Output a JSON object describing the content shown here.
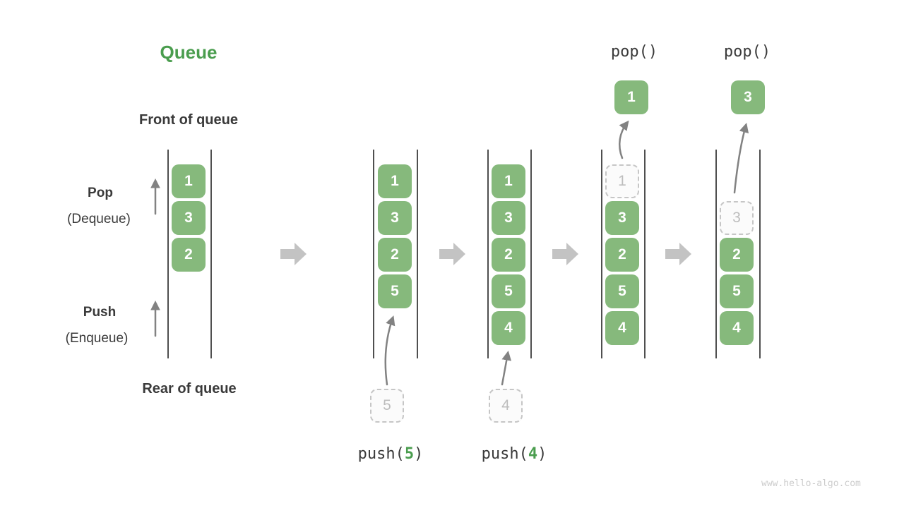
{
  "title": "Queue",
  "labels": {
    "front": "Front of queue",
    "rear": "Rear of queue",
    "pop": "Pop",
    "pop_sub": "(Dequeue)",
    "push": "Push",
    "push_sub": "(Enqueue)"
  },
  "watermark": "www.hello-algo.com",
  "colors": {
    "title_green": "#4a9d4e",
    "op_arg_green": "#4a9d4e",
    "box_green": "#86b97c",
    "box_text": "#ffffff",
    "dashed_border": "#c6c6c6",
    "dashed_text": "#bdbdbd",
    "dashed_bg": "#fbfbfb",
    "text_dark": "#3a3a3a",
    "container_line": "#4f4f4f",
    "block_arrow": "#c3c3c3",
    "thin_arrow": "#828282",
    "watermark_gray": "#cccccc"
  },
  "states": [
    {
      "name": "initial",
      "boxes": [
        {
          "value": "1",
          "slot": 0,
          "dashed": false
        },
        {
          "value": "3",
          "slot": 1,
          "dashed": false
        },
        {
          "value": "2",
          "slot": 2,
          "dashed": false
        }
      ]
    },
    {
      "name": "push-5",
      "op": {
        "prefix": "push(",
        "arg": "5",
        "suffix": ")"
      },
      "pushed_value": "5",
      "boxes": [
        {
          "value": "1",
          "slot": 0,
          "dashed": false
        },
        {
          "value": "3",
          "slot": 1,
          "dashed": false
        },
        {
          "value": "2",
          "slot": 2,
          "dashed": false
        },
        {
          "value": "5",
          "slot": 3,
          "dashed": false
        }
      ]
    },
    {
      "name": "push-4",
      "op": {
        "prefix": "push(",
        "arg": "4",
        "suffix": ")"
      },
      "pushed_value": "4",
      "boxes": [
        {
          "value": "1",
          "slot": 0,
          "dashed": false
        },
        {
          "value": "3",
          "slot": 1,
          "dashed": false
        },
        {
          "value": "2",
          "slot": 2,
          "dashed": false
        },
        {
          "value": "5",
          "slot": 3,
          "dashed": false
        },
        {
          "value": "4",
          "slot": 4,
          "dashed": false
        }
      ]
    },
    {
      "name": "pop-1",
      "op_top": "pop()",
      "popped_value": "1",
      "boxes": [
        {
          "value": "1",
          "slot": 0,
          "dashed": true
        },
        {
          "value": "3",
          "slot": 1,
          "dashed": false
        },
        {
          "value": "2",
          "slot": 2,
          "dashed": false
        },
        {
          "value": "5",
          "slot": 3,
          "dashed": false
        },
        {
          "value": "4",
          "slot": 4,
          "dashed": false
        }
      ]
    },
    {
      "name": "pop-3",
      "op_top": "pop()",
      "popped_value": "3",
      "boxes": [
        {
          "value": "3",
          "slot": 1,
          "dashed": true
        },
        {
          "value": "2",
          "slot": 2,
          "dashed": false
        },
        {
          "value": "5",
          "slot": 3,
          "dashed": false
        },
        {
          "value": "4",
          "slot": 4,
          "dashed": false
        }
      ]
    }
  ]
}
